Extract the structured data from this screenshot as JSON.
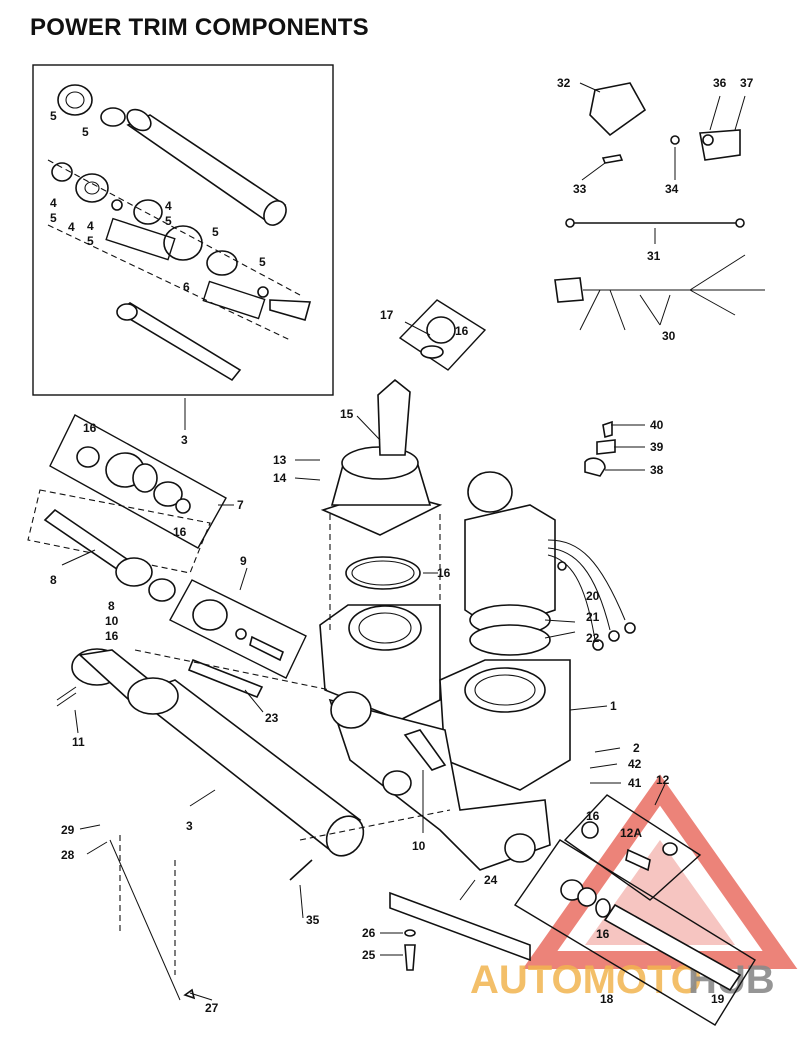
{
  "title": "POWER TRIM COMPONENTS",
  "watermark": {
    "text_a": "AUTOMOTO",
    "text_b": "HUB",
    "color_a": "#f2b450",
    "color_b": "#8a8a8a",
    "triangle_color": "#e65a4c"
  },
  "callouts": {
    "c1": "1",
    "c2": "2",
    "c3a": "3",
    "c3b": "3",
    "c4a": "4",
    "c4b": "4",
    "c4c": "4",
    "c4d": "4",
    "c5a": "5",
    "c5b": "5",
    "c5c": "5",
    "c5d": "5",
    "c5e": "5",
    "c5f": "5",
    "c5g": "5",
    "c6": "6",
    "c7": "7",
    "c8a": "8",
    "c8b": "8",
    "c9": "9",
    "c10a": "10",
    "c10b": "10",
    "c11": "11",
    "c12": "12",
    "c12a": "12A",
    "c13": "13",
    "c14": "14",
    "c15": "15",
    "c16a": "16",
    "c16b": "16",
    "c16c": "16",
    "c16d": "16",
    "c16e": "16",
    "c16f": "16",
    "c16g": "16",
    "c17": "17",
    "c18": "18",
    "c19": "19",
    "c20": "20",
    "c21": "21",
    "c22": "22",
    "c23": "23",
    "c24": "24",
    "c25": "25",
    "c26": "26",
    "c27": "27",
    "c28": "28",
    "c29": "29",
    "c30": "30",
    "c31": "31",
    "c32": "32",
    "c33": "33",
    "c34": "34",
    "c35": "35",
    "c36": "36",
    "c37": "37",
    "c38": "38",
    "c39": "39",
    "c40": "40",
    "c41": "41",
    "c42": "42"
  }
}
